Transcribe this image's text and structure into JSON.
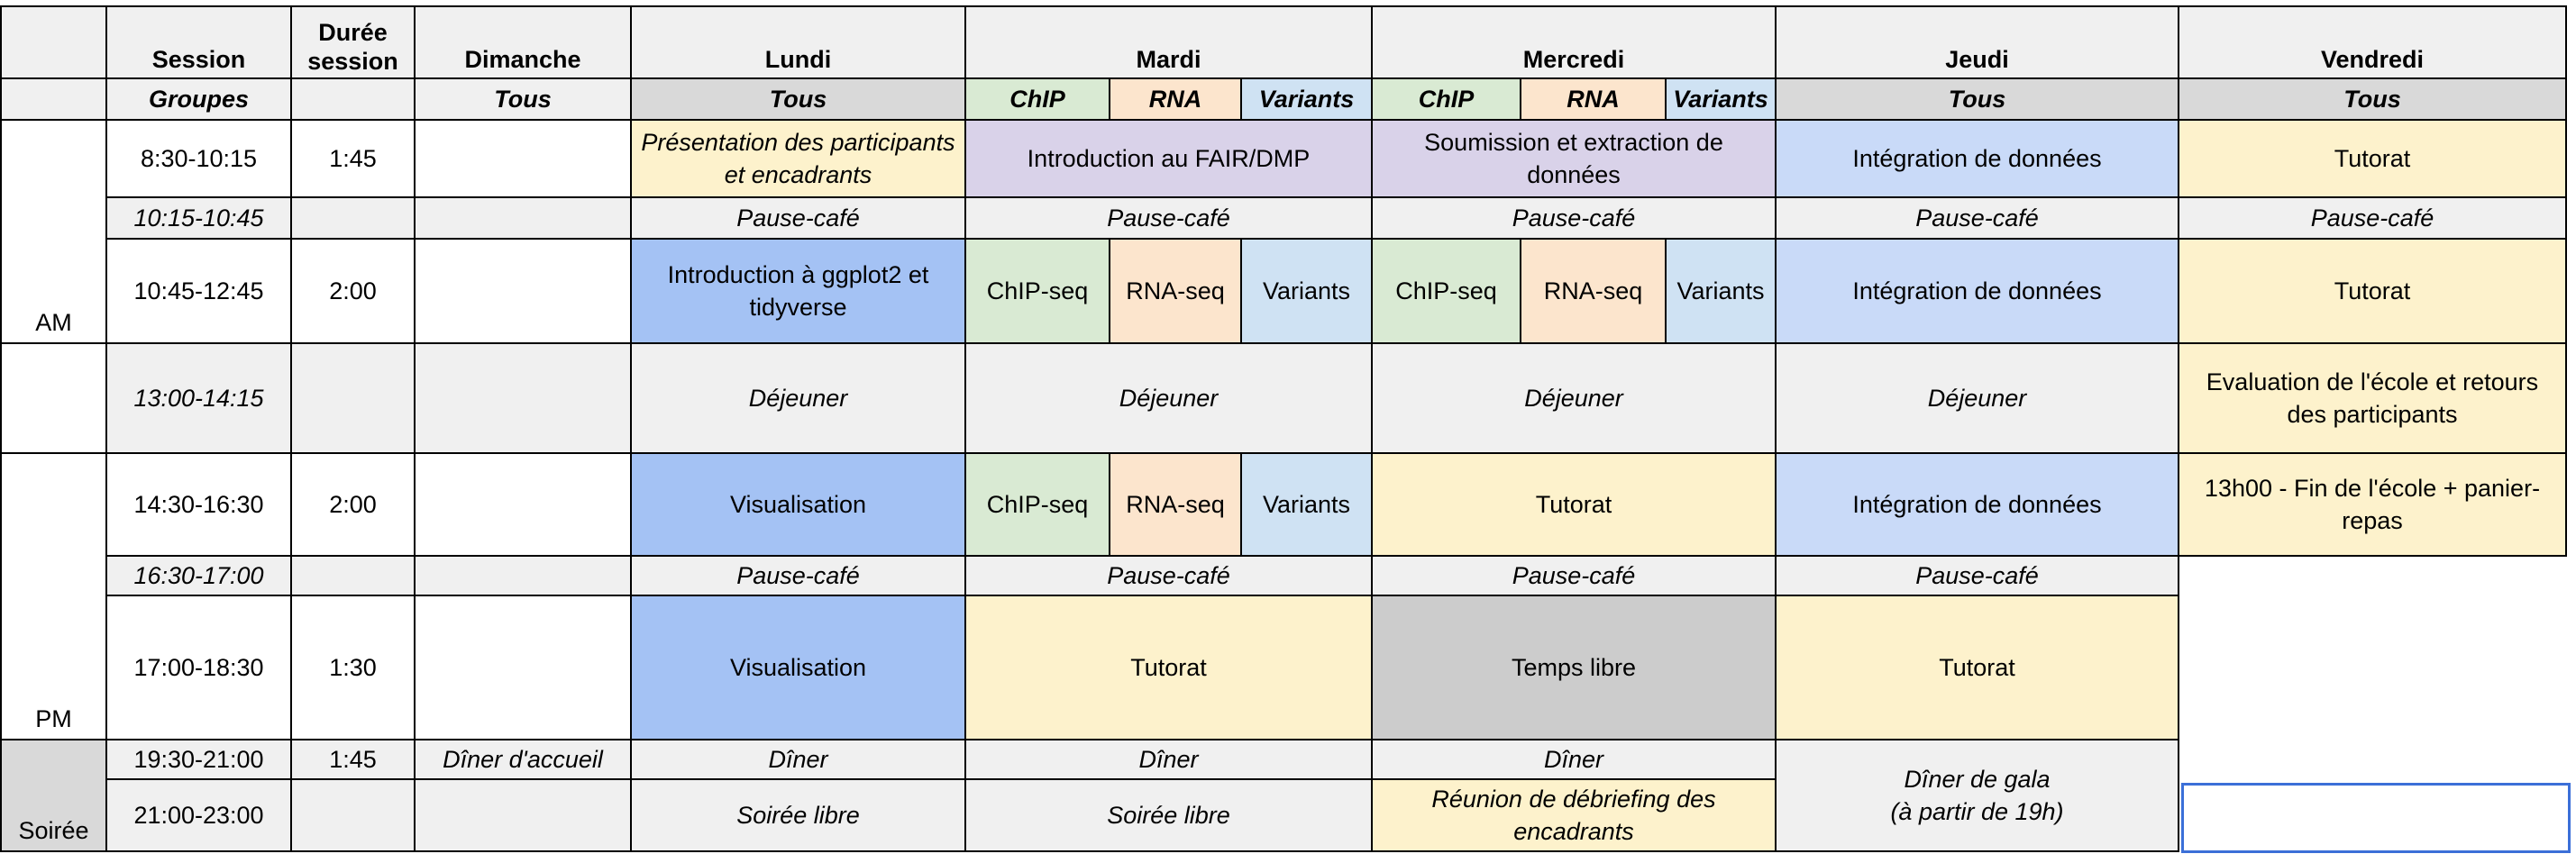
{
  "header": {
    "session": "Session",
    "duree": "Durée session",
    "dimanche": "Dimanche",
    "lundi": "Lundi",
    "mardi": "Mardi",
    "mercredi": "Mercredi",
    "jeudi": "Jeudi",
    "vendredi": "Vendredi"
  },
  "groups_row": {
    "label": "Groupes",
    "dimanche": "Tous",
    "lundi": "Tous",
    "mardi": [
      "ChIP",
      "RNA",
      "Variants"
    ],
    "mercredi": [
      "ChIP",
      "RNA",
      "Variants"
    ],
    "jeudi": "Tous",
    "vendredi": "Tous"
  },
  "periods": {
    "am": "AM",
    "pm": "PM",
    "soiree": "Soirée"
  },
  "rows": {
    "r1": {
      "time": "8:30-10:15",
      "dur": "1:45",
      "lundi": "Présentation des participants et encadrants",
      "mardi": "Introduction au FAIR/DMP",
      "mercredi": "Soumission et extraction de données",
      "jeudi": "Intégration de données",
      "vendredi": "Tutorat"
    },
    "r2": {
      "time": "10:15-10:45",
      "pause": "Pause-café"
    },
    "r3": {
      "time": "10:45-12:45",
      "dur": "2:00",
      "lundi": "Introduction à ggplot2 et tidyverse",
      "chip": "ChIP-seq",
      "rna": "RNA-seq",
      "variants": "Variants",
      "jeudi": "Intégration de données",
      "vendredi": "Tutorat"
    },
    "r4": {
      "time": "13:00-14:15",
      "dejeuner": "Déjeuner",
      "vendredi": "Evaluation de l'école et retours des participants"
    },
    "r5": {
      "time": "14:30-16:30",
      "dur": "2:00",
      "lundi": "Visualisation",
      "chip": "ChIP-seq",
      "rna": "RNA-seq",
      "variants": "Variants",
      "mercredi": "Tutorat",
      "jeudi": "Intégration de données",
      "vendredi": "13h00 - Fin de l'école + panier-repas"
    },
    "r6": {
      "time": "16:30-17:00",
      "pause": "Pause-café"
    },
    "r7": {
      "time": "17:00-18:30",
      "dur": "1:30",
      "lundi": "Visualisation",
      "mardi": "Tutorat",
      "mercredi": "Temps libre",
      "jeudi": "Tutorat"
    },
    "r8": {
      "time": "19:30-21:00",
      "dur": "1:45",
      "dimanche": "Dîner d'accueil",
      "diner": "Dîner",
      "jeudi_line1": "Dîner de gala",
      "jeudi_line2": "(à partir de 19h)"
    },
    "r9": {
      "time": "21:00-23:00",
      "soiree": "Soirée libre",
      "mercredi": "Réunion de débriefing des encadrants"
    }
  }
}
